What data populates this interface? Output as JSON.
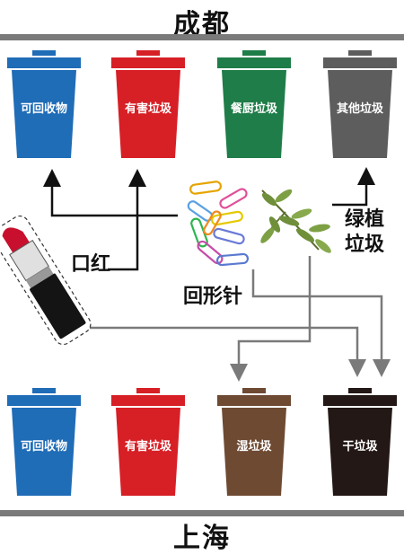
{
  "top": {
    "city": "成都",
    "bins": [
      {
        "label": "可回收物",
        "color": "#1f6cb7"
      },
      {
        "label": "有害垃圾",
        "color": "#d71f26"
      },
      {
        "label": "餐厨垃圾",
        "color": "#1e7d48"
      },
      {
        "label": "其他垃圾",
        "color": "#5d5d5d"
      }
    ]
  },
  "bottom": {
    "city": "上海",
    "bins": [
      {
        "label": "可回收物",
        "color": "#1f6cb7"
      },
      {
        "label": "有害垃圾",
        "color": "#d71f26"
      },
      {
        "label": "湿垃圾",
        "color": "#6e4a33"
      },
      {
        "label": "干垃圾",
        "color": "#231815"
      }
    ]
  },
  "items": {
    "lipstick": "口红",
    "paperclips": "回形针",
    "plant_line1": "绿植",
    "plant_line2": "垃圾"
  },
  "colors": {
    "bar": "#7a7a7a",
    "arrow_dark": "#111111",
    "arrow_grey": "#7a7a7a"
  }
}
